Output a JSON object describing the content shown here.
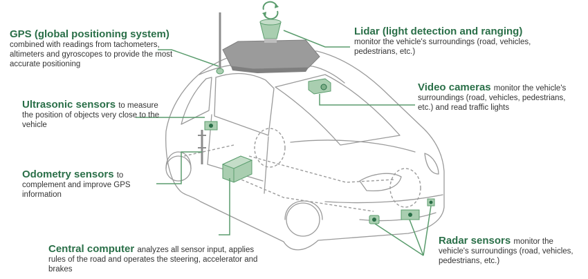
{
  "colors": {
    "accent_green": "#2a6f48",
    "line_green": "#5a9c6d",
    "sensor_fill": "#a9ceb0",
    "car_outline": "#9a9a9a",
    "lidar_grey": "#9b9b9b",
    "text": "#333333"
  },
  "labels": {
    "gps": {
      "title": "GPS (global positioning system)",
      "text": "combined with readings from tachometers, altimeters and gyroscopes to provide the most accurate positioning"
    },
    "lidar": {
      "title": "Lidar (light detection and ranging)",
      "text": "monitor the vehicle's surroundings (road, vehicles, pedestrians, etc.)"
    },
    "video": {
      "title": "Video cameras",
      "text": "monitor the vehicle's surroundings (road, vehicles, pedestrians, etc.) and read traffic lights"
    },
    "ultrasonic": {
      "title": "Ultrasonic sensors",
      "text": "to measure the position of objects very close to the vehicle"
    },
    "odometry": {
      "title": "Odometry sensors",
      "text": "to complement and improve GPS information"
    },
    "computer": {
      "title": "Central computer",
      "text": "analyzes all sensor input, applies rules of the road and operates the steering, accelerator and brakes"
    },
    "radar": {
      "title": "Radar sensors",
      "text": "monitor the vehicle's surroundings (road, vehicles, pedestrians, etc.)"
    }
  }
}
